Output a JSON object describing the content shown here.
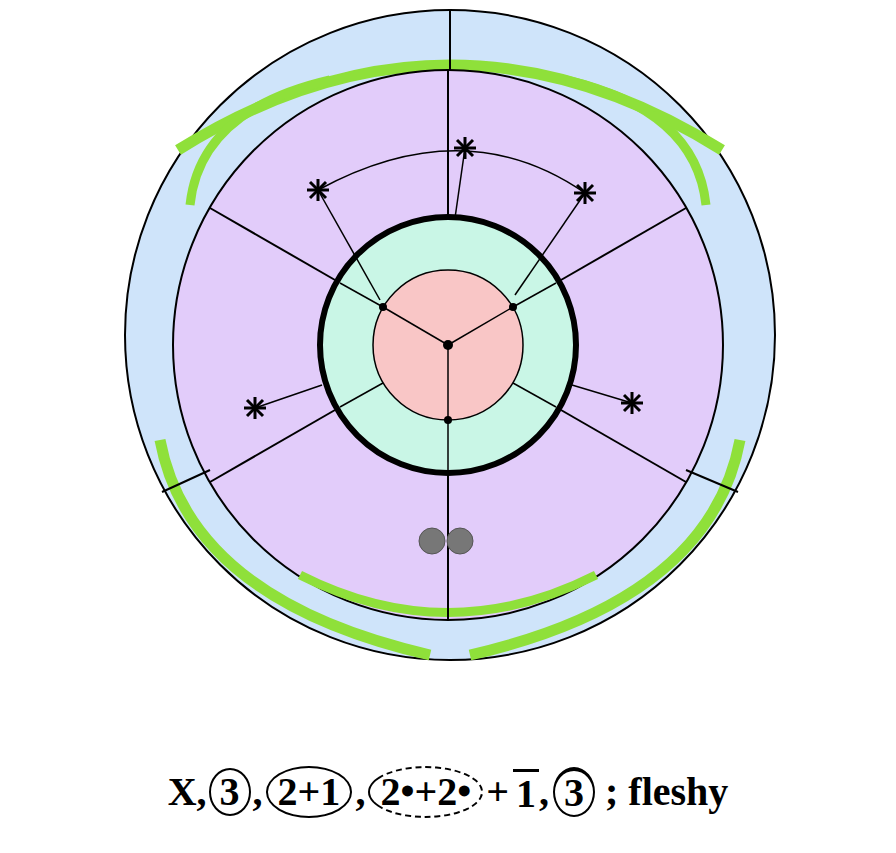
{
  "diagram": {
    "labels": [
      "X,",
      "3",
      ",",
      "2+1",
      ",",
      "2•+2•",
      "+",
      "1",
      ",",
      "3",
      "; fleshy"
    ]
  }
}
